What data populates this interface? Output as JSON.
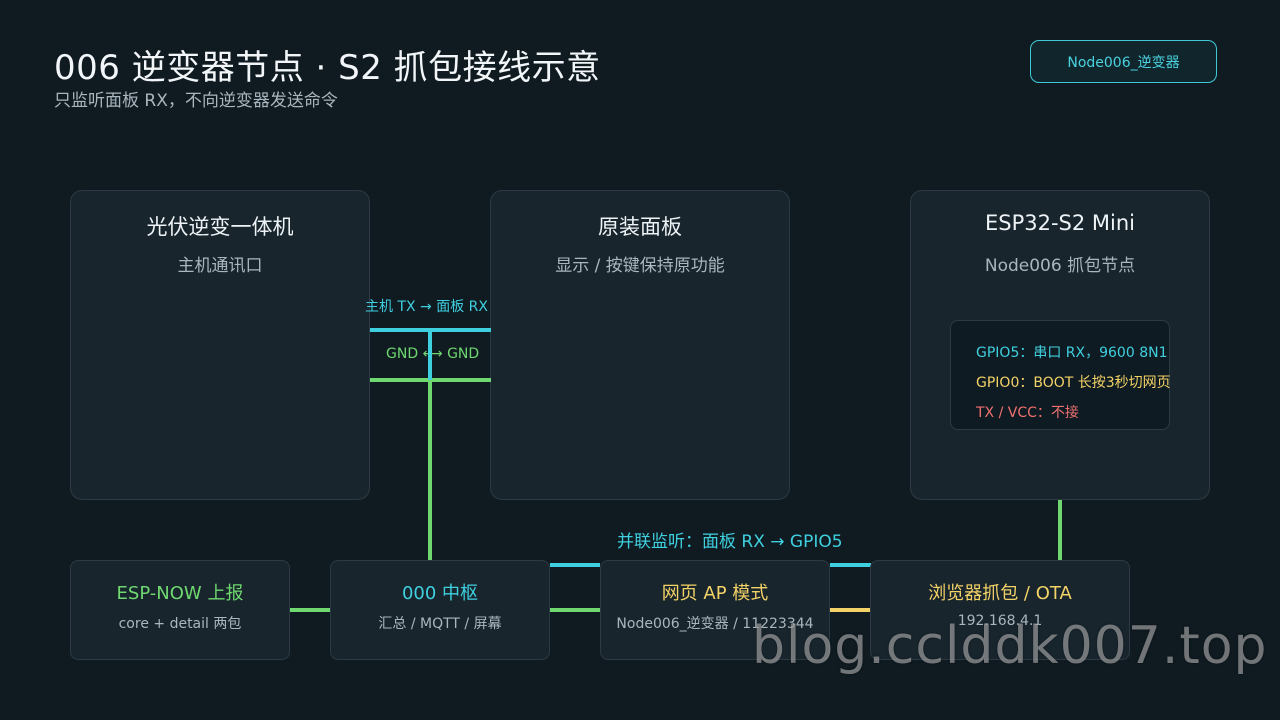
{
  "header": {
    "title": "006 逆变器节点 · S2 抓包接线示意",
    "subtitle": "只监听面板 RX，不向逆变器发送命令",
    "node_badge": "Node006_逆变器"
  },
  "panels": {
    "inverter": {
      "title": "光伏逆变一体机",
      "subtitle": "主机通讯口"
    },
    "panel": {
      "title": "原装面板",
      "subtitle": "显示 / 按键保持原功能"
    },
    "esp32": {
      "title": "ESP32-S2 Mini",
      "subtitle": "Node006 抓包节点"
    }
  },
  "gpio": {
    "line1": "GPIO5：串口 RX，9600 8N1",
    "line2": "GPIO0：BOOT 长按3秒切网页",
    "line3": "TX / VCC：不接"
  },
  "wires": {
    "tx_rx": "主机 TX → 面板 RX",
    "gnd": "GND ⟷ GND",
    "monitor": "并联监听：面板 RX → GPIO5"
  },
  "bottom": {
    "espnow": {
      "title": "ESP-NOW 上报",
      "subtitle": "core + detail 两包"
    },
    "hub": {
      "title": "000 中枢",
      "subtitle": "汇总 / MQTT / 屏幕"
    },
    "ap": {
      "title": "网页 AP 模式",
      "subtitle": "Node006_逆变器 / 11223344"
    },
    "ota": {
      "title": "浏览器抓包 / OTA",
      "subtitle": "192.168.4.1"
    }
  },
  "watermark": "blog.cclddk007.top",
  "colors": {
    "cyan": "#3fd0df",
    "green": "#6fd870",
    "yellow": "#f3d267",
    "red": "#f07070",
    "background": "#0f1a21",
    "panel": "#18252d"
  }
}
